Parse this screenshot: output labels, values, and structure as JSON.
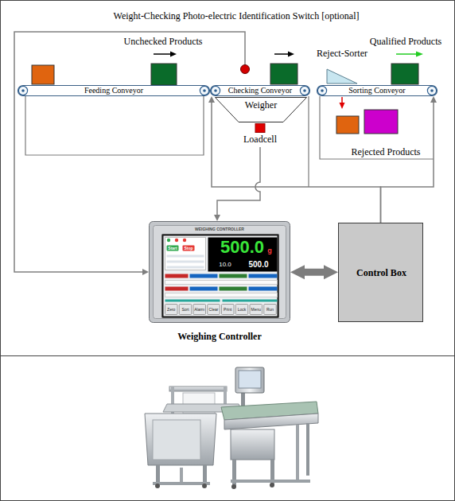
{
  "diagram": {
    "nodes": [
      {
        "text": [
          "Weight-Checking Photo-electric Identification Switch [optional]"
        ]
      },
      {
        "text": [
          "Reject-Sorter"
        ]
      },
      {
        "text": [
          "Feeding Conveyor"
        ]
      },
      {
        "text": [
          "Checking Conveyor"
        ]
      },
      {
        "text": [
          "Sorting Conveyor"
        ]
      },
      {
        "text": [
          "Weigher"
        ]
      },
      {
        "text": [
          "Loadcell"
        ]
      },
      {
        "text": [
          "Weighing Controller"
        ]
      },
      {
        "text": [
          "Control Box"
        ]
      }
    ],
    "edges": [
      {
        "from": 0,
        "to": 7,
        "arrow": "to"
      },
      {
        "from": 6,
        "to": 7,
        "arrow": "to"
      },
      {
        "from": 7,
        "to": 8,
        "arrow": "both"
      },
      {
        "from": 8,
        "to": 3,
        "arrow": "to"
      },
      {
        "from": 8,
        "to": 4,
        "arrow": "to"
      }
    ],
    "labels": [
      "Unchecked Products",
      "Qualified Products",
      "Rejected Products",
      "WEIGHING CONTROLLER",
      "Start",
      "Stop",
      "500.0",
      "g",
      "10.0",
      "500.0",
      "Zero",
      "Sort",
      "Alarm",
      "Clear",
      "Print",
      "Lock",
      "Menu",
      "Run"
    ]
  }
}
